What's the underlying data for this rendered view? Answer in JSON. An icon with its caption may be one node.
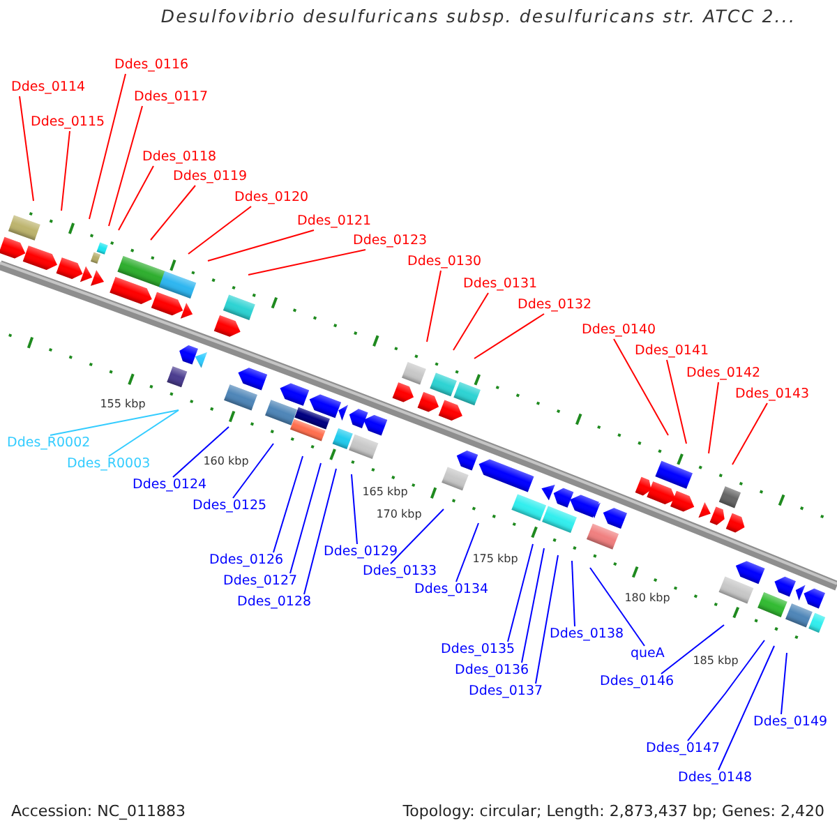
{
  "diagram": {
    "title": "Desulfovibrio desulfuricans subsp. desulfuricans str. ATCC 2...",
    "nodes": [
      {
        "text": [
          "Ddes_0114"
        ]
      },
      {
        "text": [
          "Ddes_0115"
        ]
      },
      {
        "text": [
          "Ddes_0116"
        ]
      },
      {
        "text": [
          "Ddes_0117"
        ]
      },
      {
        "text": [
          "Ddes_0118"
        ]
      },
      {
        "text": [
          "Ddes_0119"
        ]
      },
      {
        "text": [
          "Ddes_0120"
        ]
      },
      {
        "text": [
          "Ddes_0121"
        ]
      },
      {
        "text": [
          "Ddes_0123"
        ]
      },
      {
        "text": [
          "Ddes_0130"
        ]
      },
      {
        "text": [
          "Ddes_0131"
        ]
      },
      {
        "text": [
          "Ddes_0132"
        ]
      },
      {
        "text": [
          "Ddes_0140"
        ]
      },
      {
        "text": [
          "Ddes_0141"
        ]
      },
      {
        "text": [
          "Ddes_0142"
        ]
      },
      {
        "text": [
          "Ddes_0143"
        ]
      },
      {
        "text": [
          "Ddes_R0002"
        ]
      },
      {
        "text": [
          "Ddes_R0003"
        ]
      },
      {
        "text": [
          "Ddes_0124"
        ]
      },
      {
        "text": [
          "Ddes_0125"
        ]
      },
      {
        "text": [
          "Ddes_0126"
        ]
      },
      {
        "text": [
          "Ddes_0127"
        ]
      },
      {
        "text": [
          "Ddes_0128"
        ]
      },
      {
        "text": [
          "Ddes_0129"
        ]
      },
      {
        "text": [
          "Ddes_0133"
        ]
      },
      {
        "text": [
          "Ddes_0134"
        ]
      },
      {
        "text": [
          "Ddes_0135"
        ]
      },
      {
        "text": [
          "Ddes_0136"
        ]
      },
      {
        "text": [
          "Ddes_0137"
        ]
      },
      {
        "text": [
          "Ddes_0138"
        ]
      },
      {
        "text": [
          "queA"
        ]
      },
      {
        "text": [
          "Ddes_0146"
        ]
      },
      {
        "text": [
          "Ddes_0147"
        ]
      },
      {
        "text": [
          "Ddes_0148"
        ]
      },
      {
        "text": [
          "Ddes_0149"
        ]
      }
    ],
    "edges": [
      {
        "from": 0,
        "to": null,
        "arrow": "none",
        "color": "#ff0000"
      },
      {
        "from": 1,
        "to": null,
        "arrow": "none",
        "color": "#ff0000"
      },
      {
        "from": 2,
        "to": null,
        "arrow": "none",
        "color": "#ff0000"
      },
      {
        "from": 3,
        "to": null,
        "arrow": "none",
        "color": "#ff0000"
      },
      {
        "from": 4,
        "to": null,
        "arrow": "none",
        "color": "#ff0000"
      },
      {
        "from": 5,
        "to": null,
        "arrow": "none",
        "color": "#ff0000"
      },
      {
        "from": 6,
        "to": null,
        "arrow": "none",
        "color": "#ff0000"
      },
      {
        "from": 7,
        "to": null,
        "arrow": "none",
        "color": "#ff0000"
      },
      {
        "from": 8,
        "to": null,
        "arrow": "none",
        "color": "#ff0000"
      },
      {
        "from": 9,
        "to": null,
        "arrow": "none",
        "color": "#ff0000"
      },
      {
        "from": 10,
        "to": null,
        "arrow": "none",
        "color": "#ff0000"
      },
      {
        "from": 11,
        "to": null,
        "arrow": "none",
        "color": "#ff0000"
      },
      {
        "from": 12,
        "to": null,
        "arrow": "none",
        "color": "#ff0000"
      },
      {
        "from": 13,
        "to": null,
        "arrow": "none",
        "color": "#ff0000"
      },
      {
        "from": 14,
        "to": null,
        "arrow": "none",
        "color": "#ff0000"
      },
      {
        "from": 15,
        "to": null,
        "arrow": "none",
        "color": "#ff0000"
      },
      {
        "from": 16,
        "to": null,
        "arrow": "none",
        "color": "#33ccff"
      },
      {
        "from": 17,
        "to": null,
        "arrow": "none",
        "color": "#33ccff"
      },
      {
        "from": 18,
        "to": null,
        "arrow": "none"
      },
      {
        "from": 19,
        "to": null,
        "arrow": "none"
      },
      {
        "from": 20,
        "to": null,
        "arrow": "none"
      },
      {
        "from": 21,
        "to": null,
        "arrow": "none"
      },
      {
        "from": 22,
        "to": null,
        "arrow": "none"
      },
      {
        "from": 23,
        "to": null,
        "arrow": "none"
      },
      {
        "from": 24,
        "to": null,
        "arrow": "none"
      },
      {
        "from": 25,
        "to": null,
        "arrow": "none"
      },
      {
        "from": 26,
        "to": null,
        "arrow": "none"
      },
      {
        "from": 27,
        "to": null,
        "arrow": "none"
      },
      {
        "from": 28,
        "to": null,
        "arrow": "none"
      },
      {
        "from": 29,
        "to": null,
        "arrow": "none"
      },
      {
        "from": 30,
        "to": null,
        "arrow": "none"
      },
      {
        "from": 31,
        "to": null,
        "arrow": "none"
      },
      {
        "from": 32,
        "to": null,
        "arrow": "none"
      },
      {
        "from": 33,
        "to": null,
        "arrow": "none"
      },
      {
        "from": 34,
        "to": null,
        "arrow": "none"
      }
    ],
    "labels": [
      "155 kbp",
      "160 kbp",
      "165 kbp",
      "170 kbp",
      "175 kbp",
      "180 kbp",
      "185 kbp",
      "Accession: NC_011883",
      "Topology: circular; Length: 2,873,437 bp; Genes: 2,420"
    ]
  }
}
